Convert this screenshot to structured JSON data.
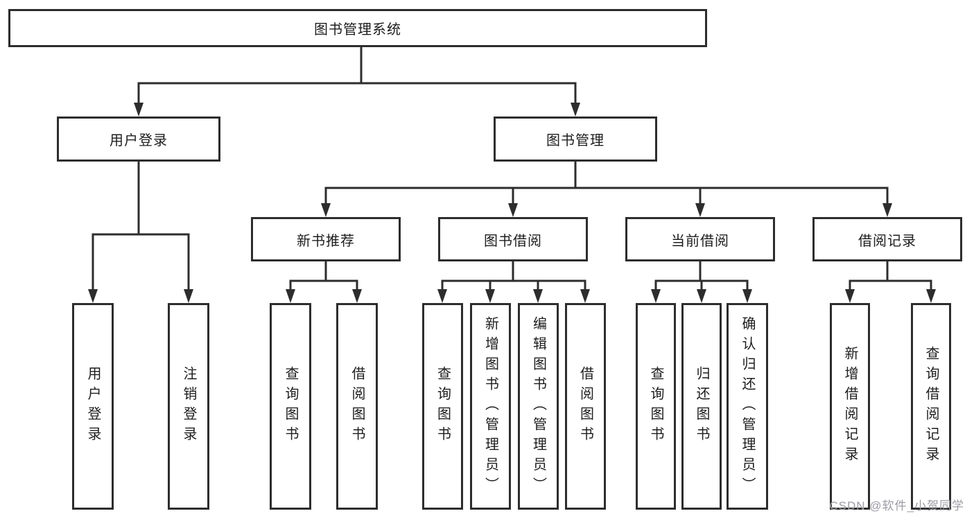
{
  "diagram_type": "hierarchy-tree",
  "tree": {
    "label": "图书管理系统",
    "children": [
      {
        "label": "用户登录",
        "children": [
          {
            "label": "用户登录"
          },
          {
            "label": "注销登录"
          }
        ]
      },
      {
        "label": "图书管理",
        "children": [
          {
            "label": "新书推荐",
            "children": [
              {
                "label": "查询图书"
              },
              {
                "label": "借阅图书"
              }
            ]
          },
          {
            "label": "图书借阅",
            "children": [
              {
                "label": "查询图书"
              },
              {
                "label": "新增图书（管理员）"
              },
              {
                "label": "编辑图书（管理员）"
              },
              {
                "label": "借阅图书"
              }
            ]
          },
          {
            "label": "当前借阅",
            "children": [
              {
                "label": "查询图书"
              },
              {
                "label": "归还图书"
              },
              {
                "label": "确认归还（管理员）"
              }
            ]
          },
          {
            "label": "借阅记录",
            "children": [
              {
                "label": "新增借阅记录"
              },
              {
                "label": "查询借阅记录"
              }
            ]
          }
        ]
      }
    ]
  },
  "watermark": "CSDN @软件_小贺同学",
  "colors": {
    "background": "#ffffff",
    "line": "#2d2d2d",
    "border": "#2d2d2d",
    "text": "#1d1d1d",
    "watermark": "#9c9ca4"
  }
}
